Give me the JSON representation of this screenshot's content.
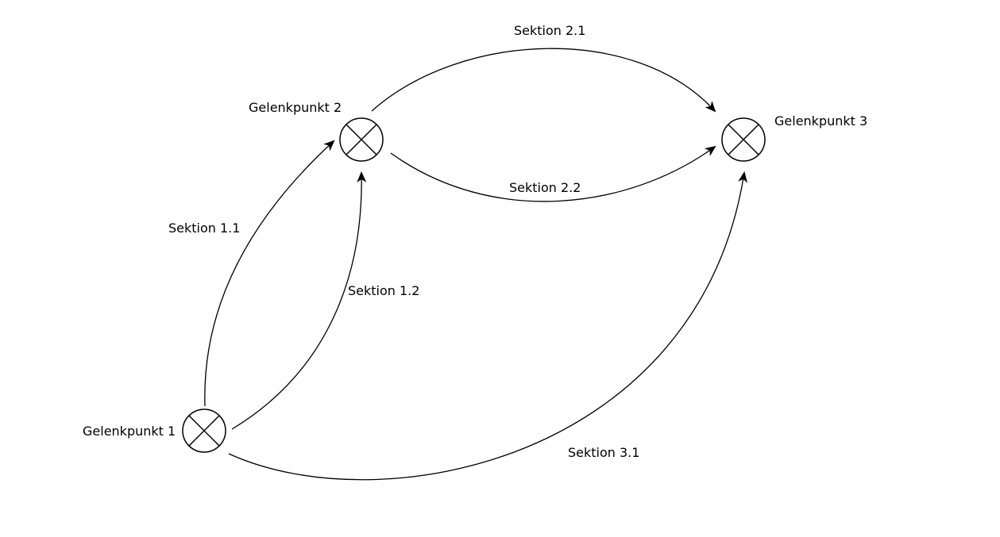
{
  "nodes": [
    {
      "id": "n1",
      "label": "Gelenkpunkt 1"
    },
    {
      "id": "n2",
      "label": "Gelenkpunkt 2"
    },
    {
      "id": "n3",
      "label": "Gelenkpunkt 3"
    }
  ],
  "edges": [
    {
      "id": "s11",
      "label": "Sektion 1.1",
      "from": "n1",
      "to": "n2"
    },
    {
      "id": "s12",
      "label": "Sektion 1.2",
      "from": "n1",
      "to": "n2"
    },
    {
      "id": "s21",
      "label": "Sektion 2.1",
      "from": "n2",
      "to": "n3"
    },
    {
      "id": "s22",
      "label": "Sektion 2.2",
      "from": "n2",
      "to": "n3"
    },
    {
      "id": "s31",
      "label": "Sektion 3.1",
      "from": "n1",
      "to": "n3"
    }
  ],
  "colors": {
    "line": "#000000",
    "background": "#ffffff"
  },
  "node_symbol": "circle-cross-icon"
}
